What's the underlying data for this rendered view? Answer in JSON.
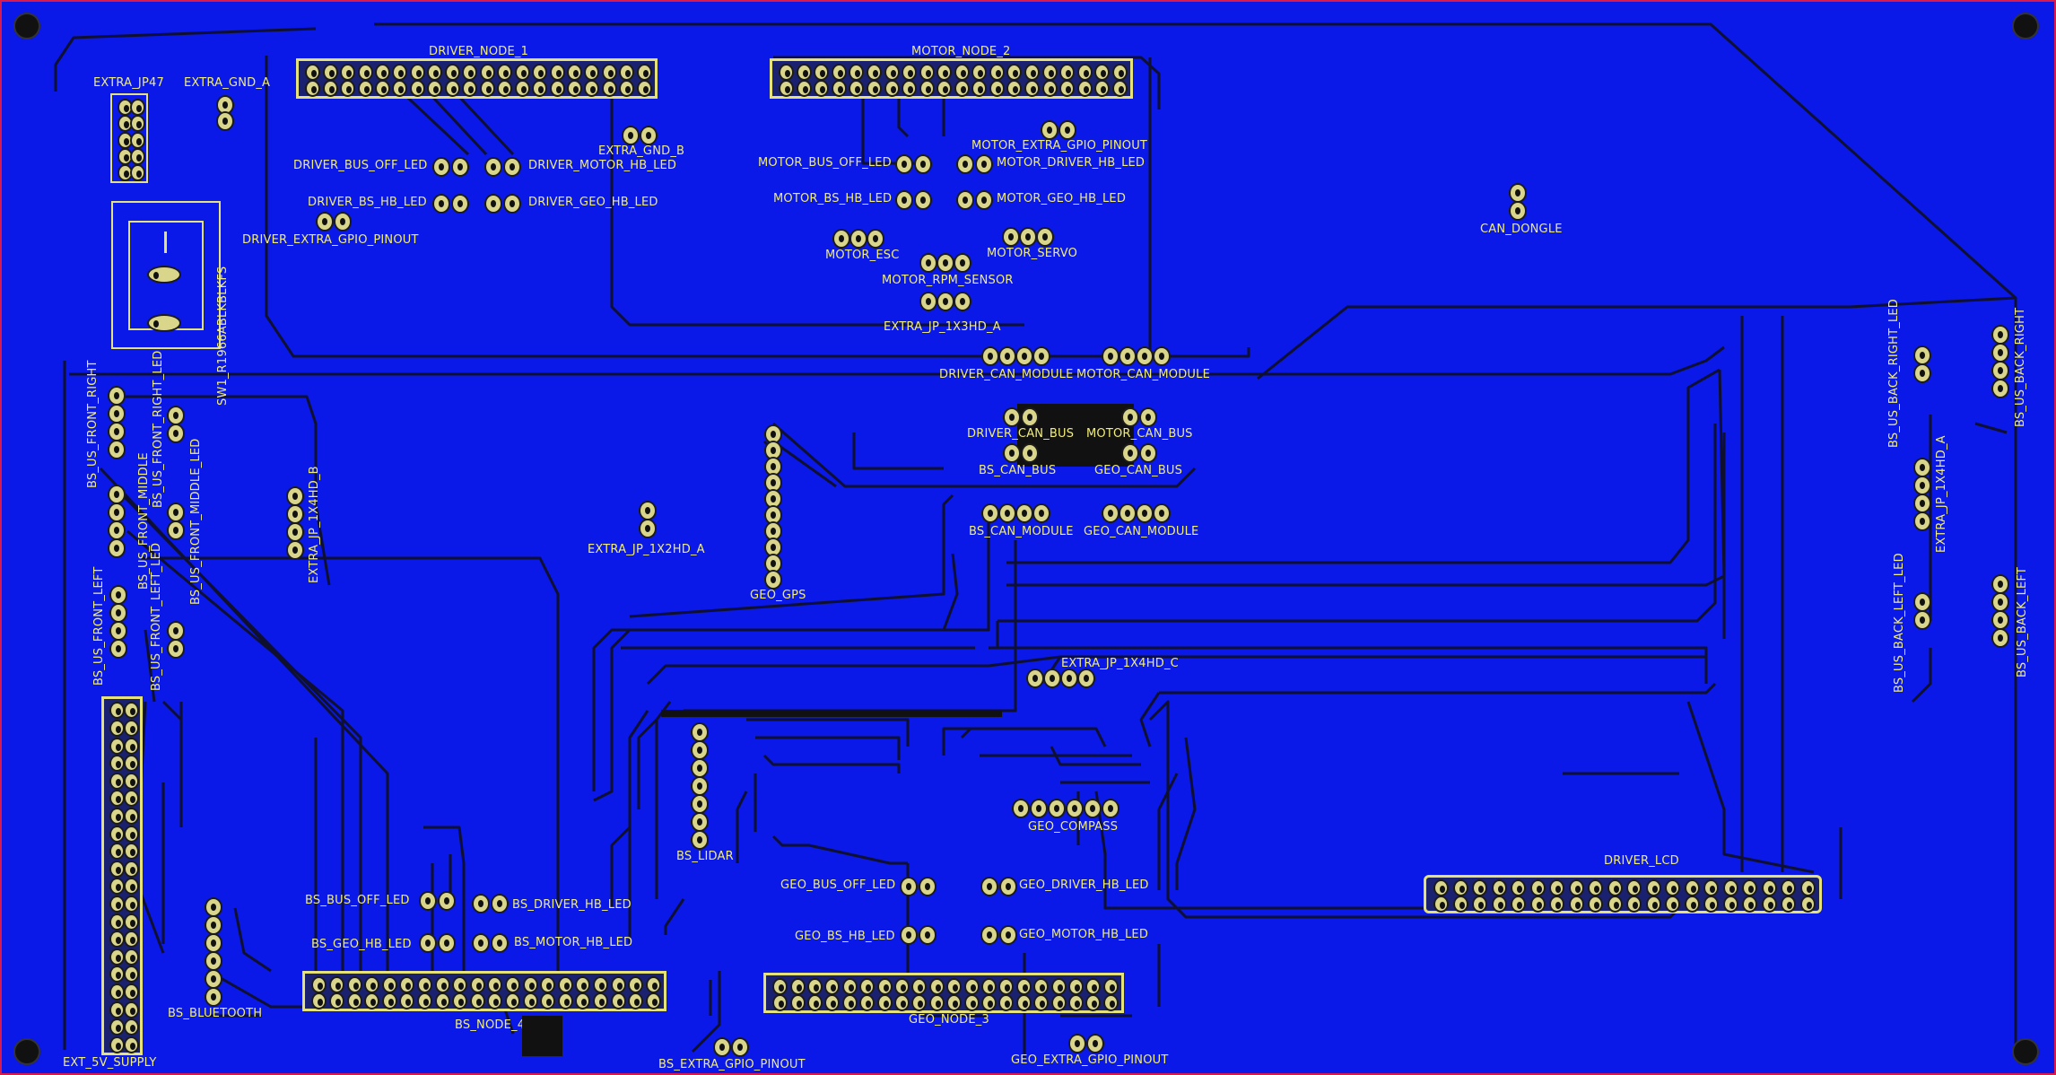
{
  "board": {
    "background": "#0a18e8",
    "border_color": "#d81b4a",
    "silkscreen_color": "#f2ee7a",
    "trace_color": "#0f1030"
  },
  "labels": {
    "driver_node_1": "DRIVER_NODE_1",
    "motor_node_2": "MOTOR_NODE_2",
    "geo_node_3": "GEO_NODE_3",
    "bs_node_4": "BS_NODE_4",
    "extra_jp47": "EXTRA_JP47",
    "extra_gnd_a": "EXTRA_GND_A",
    "extra_gnd_b": "EXTRA_GND_B",
    "driver_bus_off_led": "DRIVER_BUS_OFF_LED",
    "driver_motor_hb_led": "DRIVER_MOTOR_HB_LED",
    "driver_bs_hb_led": "DRIVER_BS_HB_LED",
    "driver_geo_hb_led": "DRIVER_GEO_HB_LED",
    "driver_extra_gpio_pinout": "DRIVER_EXTRA_GPIO_PINOUT",
    "motor_extra_gpio_pinout": "MOTOR_EXTRA_GPIO_PINOUT",
    "motor_bus_off_led": "MOTOR_BUS_OFF_LED",
    "motor_driver_hb_led": "MOTOR_DRIVER_HB_LED",
    "motor_bs_hb_led": "MOTOR_BS_HB_LED",
    "motor_geo_hb_led": "MOTOR_GEO_HB_LED",
    "motor_esc": "MOTOR_ESC",
    "motor_servo": "MOTOR_SERVO",
    "motor_rpm_sensor": "MOTOR_RPM_SENSOR",
    "extra_jp_1x3hd_a": "EXTRA_JP_1X3HD_A",
    "driver_can_module": "DRIVER_CAN_MODULE",
    "motor_can_module": "MOTOR_CAN_MODULE",
    "driver_can_bus": "DRIVER_CAN_BUS",
    "motor_can_bus": "MOTOR_CAN_BUS",
    "bs_can_bus": "BS_CAN_BUS",
    "geo_can_bus": "GEO_CAN_BUS",
    "bs_can_module": "BS_CAN_MODULE",
    "geo_can_module": "GEO_CAN_MODULE",
    "can_dongle": "CAN_DONGLE",
    "sw1": "SW1_R1966ABLKBLKFS",
    "bs_us_front_right": "BS_US_FRONT_RIGHT",
    "bs_us_front_right_led": "BS_US_FRONT_RIGHT_LED",
    "bs_us_front_middle": "BS_US_FRONT_MIDDLE",
    "bs_us_front_middle_led": "BS_US_FRONT_MIDDLE_LED",
    "bs_us_front_left": "BS_US_FRONT_LEFT",
    "bs_us_front_left_led": "BS_US_FRONT_LEFT_LED",
    "extra_jp_1x4hd_b": "EXTRA_JP_1X4HD_B",
    "extra_jp_1x2hd_a": "EXTRA_JP_1X2HD_A",
    "geo_gps": "GEO_GPS",
    "extra_jp_1x4hd_c": "EXTRA_JP_1X4HD_C",
    "bs_us_back_right_led": "BS_US_BACK_RIGHT_LED",
    "bs_us_back_right": "BS_US_BACK_RIGHT",
    "extra_jp_1x4hd_a": "EXTRA_JP_1X4HD_A",
    "bs_us_back_left_led": "BS_US_BACK_LEFT_LED",
    "bs_us_back_left": "BS_US_BACK_LEFT",
    "geo_compass": "GEO_COMPASS",
    "bs_lidar": "BS_LIDAR",
    "driver_lcd": "DRIVER_LCD",
    "bs_bus_off_led": "BS_BUS_OFF_LED",
    "bs_driver_hb_led": "BS_DRIVER_HB_LED",
    "bs_geo_hb_led": "BS_GEO_HB_LED",
    "bs_motor_hb_led": "BS_MOTOR_HB_LED",
    "geo_bus_off_led": "GEO_BUS_OFF_LED",
    "geo_driver_hb_led": "GEO_DRIVER_HB_LED",
    "geo_bs_hb_led": "GEO_BS_HB_LED",
    "geo_motor_hb_led": "GEO_MOTOR_HB_LED",
    "bs_bluetooth": "BS_BLUETOOTH",
    "ext_5v_supply": "EXT_5V_SUPPLY",
    "bs_extra_gpio_pinout": "BS_EXTRA_GPIO_PINOUT",
    "geo_extra_gpio_pinout": "GEO_EXTRA_GPIO_PINOUT"
  }
}
